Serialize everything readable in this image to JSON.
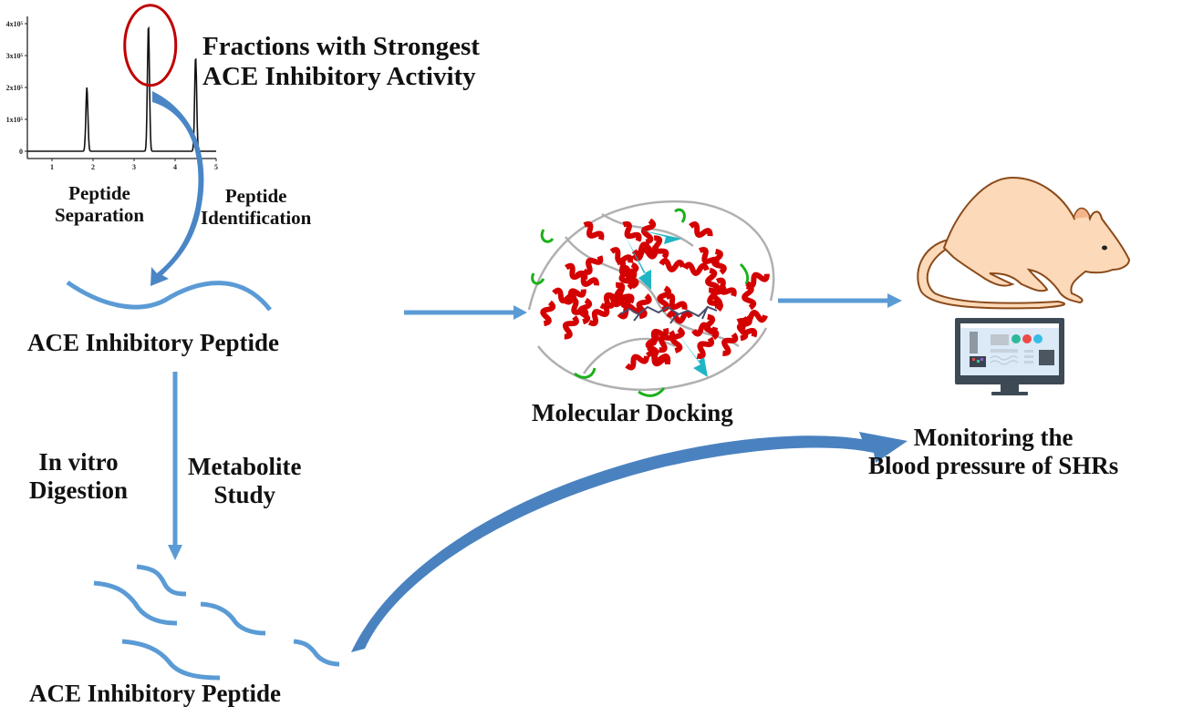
{
  "title_top": [
    "Fractions with Strongest",
    "ACE Inhibitory Activity"
  ],
  "step_labels": {
    "peptide_separation": [
      "Peptide",
      "Separation"
    ],
    "peptide_identification": [
      "Peptide",
      "Identification"
    ],
    "ace_peptide_1": "ACE Inhibitory Peptide",
    "in_vitro_digestion": [
      "In vitro",
      "Digestion"
    ],
    "metabolite_study": [
      "Metabolite",
      "Study"
    ],
    "ace_peptide_2": "ACE Inhibitory Peptide",
    "molecular_docking": "Molecular Docking",
    "monitoring": [
      "Monitoring the",
      "Blood pressure of SHRs"
    ]
  },
  "colors": {
    "arrow": "#5b9bd5",
    "arrow_dark": "#3f78b5",
    "highlight_circle": "#c00000",
    "helix": "#d40000",
    "sheet": "#1fb5c4",
    "loop_green": "#1bb01b",
    "rat_fill": "#fcd9b8",
    "rat_stroke": "#8a4a1a",
    "monitor_frame": "#3d4a55"
  },
  "chart_data": {
    "type": "line",
    "title": "",
    "xlabel": "",
    "ylabel": "",
    "xlim": [
      0.4,
      5
    ],
    "ylim": [
      -0.2,
      4.3
    ],
    "x_ticks": [
      "1",
      "2",
      "3",
      "4",
      "5"
    ],
    "y_ticks": [
      "0",
      "1x10⁵",
      "2x10⁵",
      "3x10⁵",
      "4x10⁵"
    ],
    "peaks": [
      {
        "x": 1.85,
        "height": 2.0
      },
      {
        "x": 3.35,
        "height": 3.95
      },
      {
        "x": 4.5,
        "height": 2.95
      }
    ],
    "highlighted_peak_index": 1,
    "annotation": "Fractions with Strongest ACE Inhibitory Activity"
  }
}
